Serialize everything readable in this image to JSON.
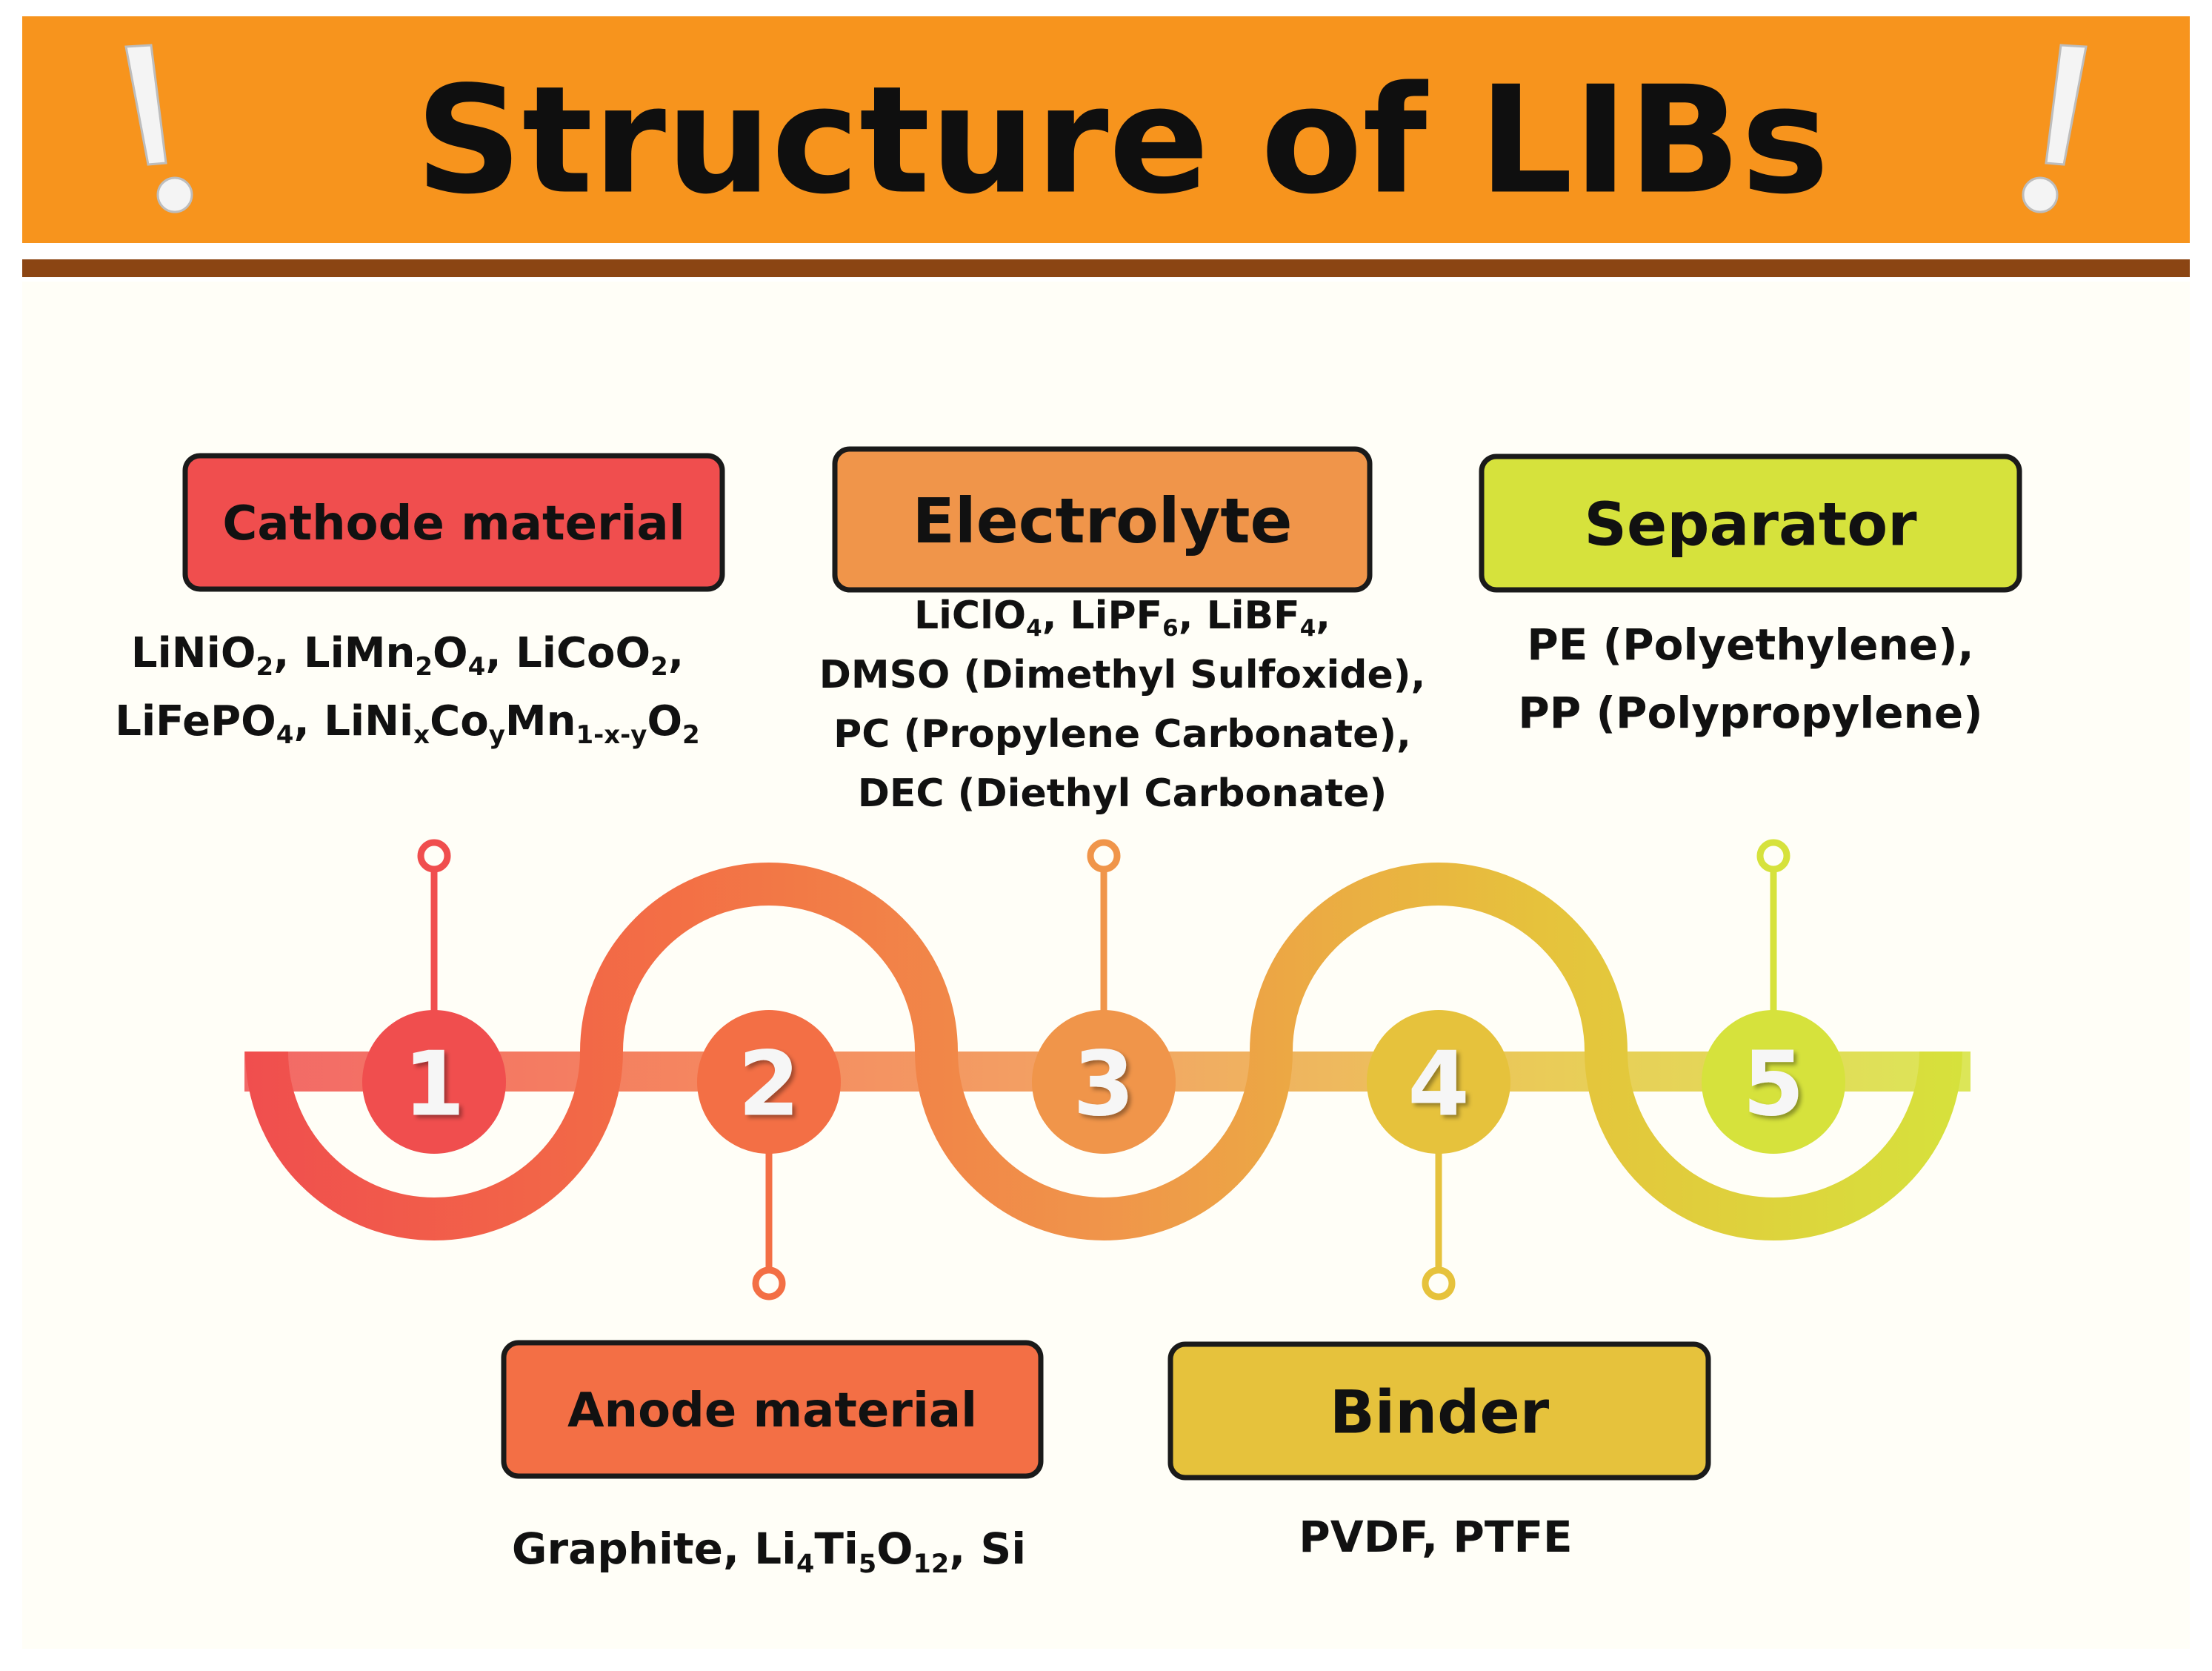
{
  "title": "Structure of LIBs",
  "banner_color": "#F7941D",
  "header_rule_color": "#8B4513",
  "background_color": "#FFFEF7",
  "decor_icons": [
    "exclamation-icon",
    "exclamation-icon"
  ],
  "steps": [
    {
      "number": "1",
      "label": "Cathode material",
      "color": "#F04E4E",
      "materials": [
        [
          {
            "t": "LiNiO"
          },
          {
            "t": "2",
            "s": "sub"
          },
          {
            "t": ", LiMn"
          },
          {
            "t": "2",
            "s": "sub"
          },
          {
            "t": "O"
          },
          {
            "t": "4",
            "s": "sub"
          },
          {
            "t": ", LiCoO"
          },
          {
            "t": "2",
            "s": "sub"
          },
          {
            "t": ","
          }
        ],
        [
          {
            "t": "LiFePO"
          },
          {
            "t": "4",
            "s": "sub"
          },
          {
            "t": ", LiNi"
          },
          {
            "t": "x",
            "s": "sub"
          },
          {
            "t": "Co"
          },
          {
            "t": "y",
            "s": "sub"
          },
          {
            "t": "Mn"
          },
          {
            "t": "1-x-y",
            "s": "sub"
          },
          {
            "t": "O"
          },
          {
            "t": "2",
            "s": "sub"
          }
        ]
      ]
    },
    {
      "number": "2",
      "label": "Anode material",
      "color": "#F36F45",
      "materials": [
        [
          {
            "t": "Graphite, Li"
          },
          {
            "t": "4",
            "s": "sub"
          },
          {
            "t": "Ti"
          },
          {
            "t": "5",
            "s": "sub"
          },
          {
            "t": "O"
          },
          {
            "t": "12",
            "s": "sub"
          },
          {
            "t": ", Si"
          }
        ]
      ]
    },
    {
      "number": "3",
      "label": "Electrolyte",
      "color": "#F0954A",
      "materials": [
        [
          {
            "t": "LiClO"
          },
          {
            "t": "4",
            "s": "sub"
          },
          {
            "t": ", LiPF"
          },
          {
            "t": "6",
            "s": "sub"
          },
          {
            "t": ", LiBF"
          },
          {
            "t": "4",
            "s": "sub"
          },
          {
            "t": ","
          }
        ],
        [
          {
            "t": "DMSO (Dimethyl Sulfoxide),"
          }
        ],
        [
          {
            "t": "PC (Propylene Carbonate),"
          }
        ],
        [
          {
            "t": "DEC (Diethyl Carbonate)"
          }
        ]
      ]
    },
    {
      "number": "4",
      "label": "Binder",
      "color": "#E6C23C",
      "materials": [
        [
          {
            "t": "PVDF, PTFE"
          }
        ]
      ]
    },
    {
      "number": "5",
      "label": "Separator",
      "color": "#D6E23C",
      "materials": [
        [
          {
            "t": "PE (Polyethylene),"
          }
        ],
        [
          {
            "t": "PP (Polypropylene)"
          }
        ]
      ]
    }
  ]
}
